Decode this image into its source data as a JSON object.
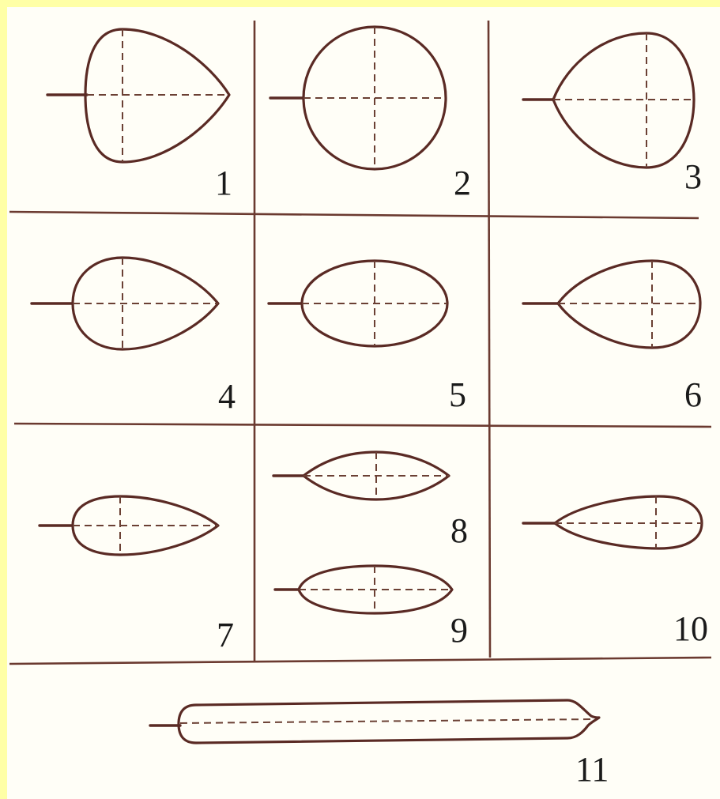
{
  "figure": {
    "background": "#ffffa6",
    "ink": "#5a2a24",
    "shapes": [
      {
        "number": "1"
      },
      {
        "number": "2"
      },
      {
        "number": "3"
      },
      {
        "number": "4"
      },
      {
        "number": "5"
      },
      {
        "number": "6"
      },
      {
        "number": "7"
      },
      {
        "number": "8"
      },
      {
        "number": "9"
      },
      {
        "number": "10"
      },
      {
        "number": "11"
      }
    ]
  }
}
